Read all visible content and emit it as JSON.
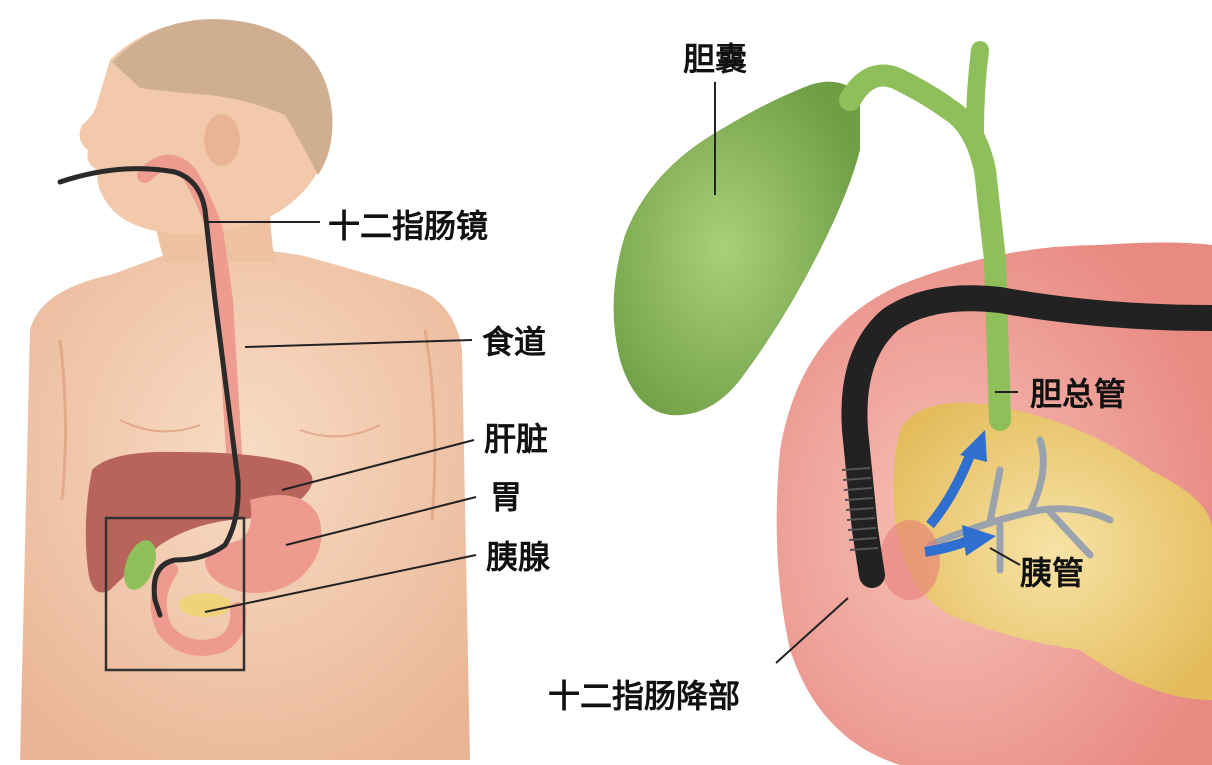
{
  "labels": {
    "duodenoscope": "十二指肠镜",
    "esophagus": "食道",
    "liver": "肝脏",
    "stomach": "胃",
    "pancreas": "胰腺",
    "gallbladder": "胆囊",
    "common_bile_duct": "胆总管",
    "pancreatic_duct": "胰管",
    "descending_duodenum": "十二指肠降部"
  },
  "colors": {
    "skin": "#f3cdb0",
    "liver": "#b9645a",
    "stomach": "#ef9a8e",
    "gallbladder": "#8fbf5a",
    "duodenum": "#f2a7a0",
    "pancreas": "#f0d27a",
    "scope": "#222222",
    "arrow": "#2f6fd0",
    "duct": "#9aa3ad"
  }
}
